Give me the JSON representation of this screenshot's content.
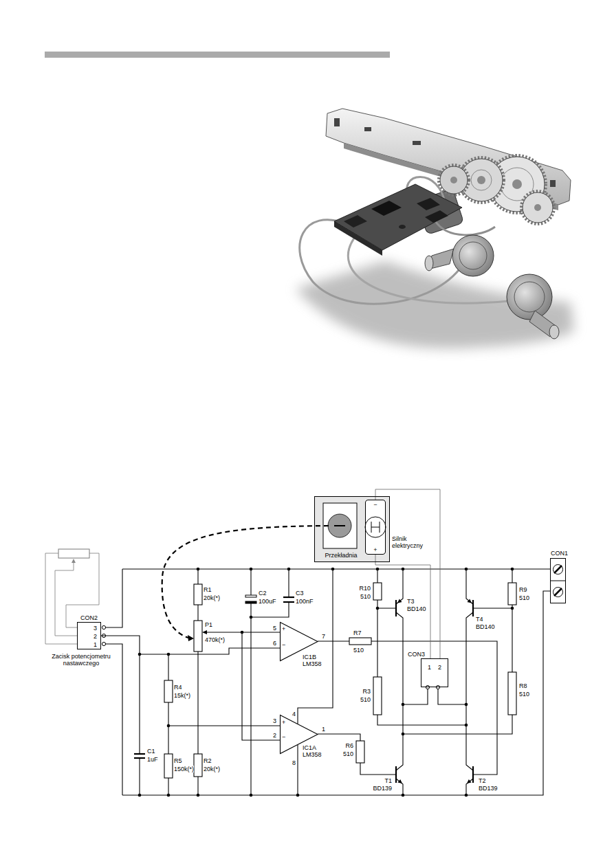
{
  "diagram": {
    "nodes": [
      {
        "text": [
          "Przekładnia"
        ]
      },
      {
        "text": [
          "−",
          "+",
          "Silnik elektryczny"
        ],
        "in": 0
      },
      {
        "text": [
          "CON1"
        ]
      },
      {
        "text": [
          "CON2",
          "3",
          "2",
          "1"
        ]
      },
      {
        "text": [
          "+",
          "−",
          "IC1B LM358"
        ]
      },
      {
        "text": [
          "CON3",
          "1",
          "2"
        ]
      },
      {
        "text": [
          "+",
          "−",
          "IC1A LM358"
        ]
      }
    ],
    "edges": [
      {
        "from": 1,
        "to": 5,
        "arrow": "none"
      },
      {
        "from": 1,
        "to": 5,
        "arrow": "none"
      },
      {
        "from": 3,
        "to": 4,
        "arrow": "none"
      },
      {
        "from": 4,
        "to": 6,
        "arrow": "none"
      }
    ],
    "labels": [
      "Zacisk potencjometru nastawczego",
      "R1",
      "20k(*)",
      "C2",
      "100uF",
      "C3",
      "100nF",
      "R10",
      "510",
      "T3",
      "BD140",
      "R9",
      "510",
      "T4",
      "BD140",
      "P1",
      "470k(*)",
      "5",
      "6",
      "7",
      "R7",
      "510",
      "R4",
      "15k(*)",
      "R3",
      "510",
      "R8",
      "510",
      "4",
      "3",
      "2",
      "1",
      "R6",
      "510",
      "8",
      "C1",
      "1uF",
      "R5",
      "150k(*)",
      "R2",
      "20k(*)",
      "T1",
      "BD139",
      "T2",
      "BD139"
    ]
  }
}
